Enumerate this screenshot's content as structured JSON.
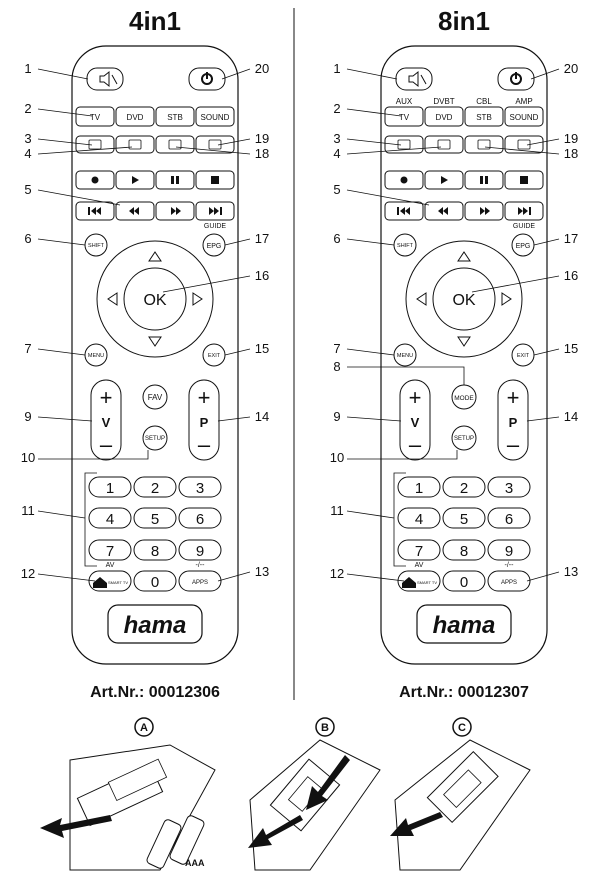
{
  "left_remote": {
    "title": "4in1",
    "article": "Art.Nr.: 00012306",
    "source_labels": [
      "",
      "",
      "",
      ""
    ]
  },
  "right_remote": {
    "title": "8in1",
    "article": "Art.Nr.: 00012307",
    "source_labels": [
      "AUX",
      "DVBT",
      "CBL",
      "AMP"
    ]
  },
  "buttons": {
    "sources": [
      "TV",
      "DVD",
      "STB",
      "SOUND"
    ],
    "guide": "GUIDE",
    "shift": "SHIFT",
    "epg": "EPG",
    "ok": "OK",
    "menu": "MENU",
    "exit": "EXIT",
    "fav": "FAV",
    "mode": "MODE",
    "setup": "SETUP",
    "vol_plus": "+",
    "vol_label": "V",
    "vol_minus": "–",
    "prog_plus": "+",
    "prog_label": "P",
    "prog_minus": "–",
    "digits": [
      "1",
      "2",
      "3",
      "4",
      "5",
      "6",
      "7",
      "8",
      "9"
    ],
    "zero": "0",
    "av": "AV",
    "dash": "-/--",
    "smart_tv": "SMART TV",
    "apps": "APPS",
    "brand": "hama"
  },
  "callouts_left": [
    "1",
    "2",
    "3",
    "4",
    "5",
    "6",
    "7",
    "9",
    "10",
    "11",
    "12"
  ],
  "callouts_left_right_side": [
    "20",
    "19",
    "18",
    "17",
    "16",
    "15",
    "14",
    "13"
  ],
  "callouts_right_extra": [
    "8"
  ],
  "battery_steps": [
    "A",
    "B",
    "C"
  ],
  "battery_label": "AAA",
  "colors": {
    "ink": "#111111",
    "background": "#ffffff",
    "arrow": "#111111"
  }
}
